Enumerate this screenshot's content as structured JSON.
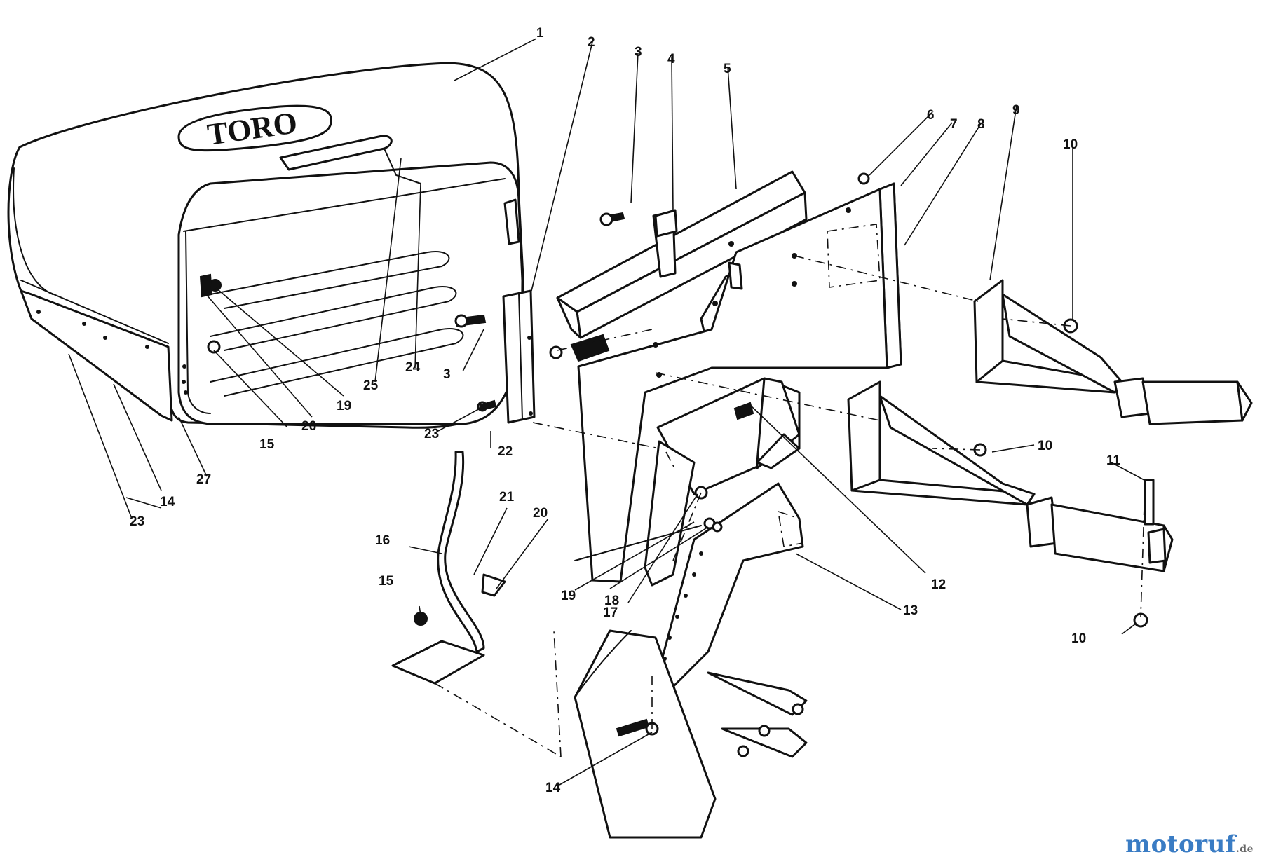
{
  "diagram": {
    "logo_text": "TORO",
    "watermark": {
      "brand": "motoruf",
      "tld": ".de"
    },
    "callouts": [
      {
        "id": "c1",
        "label": "1"
      },
      {
        "id": "c2",
        "label": "2"
      },
      {
        "id": "c3a",
        "label": "3"
      },
      {
        "id": "c3b",
        "label": "3"
      },
      {
        "id": "c4",
        "label": "4"
      },
      {
        "id": "c5",
        "label": "5"
      },
      {
        "id": "c6",
        "label": "6"
      },
      {
        "id": "c7",
        "label": "7"
      },
      {
        "id": "c8",
        "label": "8"
      },
      {
        "id": "c9",
        "label": "9"
      },
      {
        "id": "c10a",
        "label": "10"
      },
      {
        "id": "c10b",
        "label": "10"
      },
      {
        "id": "c10c",
        "label": "10"
      },
      {
        "id": "c11",
        "label": "11"
      },
      {
        "id": "c12",
        "label": "12"
      },
      {
        "id": "c13",
        "label": "13"
      },
      {
        "id": "c14a",
        "label": "14"
      },
      {
        "id": "c14b",
        "label": "14"
      },
      {
        "id": "c15a",
        "label": "15"
      },
      {
        "id": "c15b",
        "label": "15"
      },
      {
        "id": "c16",
        "label": "16"
      },
      {
        "id": "c17",
        "label": "17"
      },
      {
        "id": "c18",
        "label": "18"
      },
      {
        "id": "c19a",
        "label": "19"
      },
      {
        "id": "c19b",
        "label": "19"
      },
      {
        "id": "c20",
        "label": "20"
      },
      {
        "id": "c21",
        "label": "21"
      },
      {
        "id": "c22",
        "label": "22"
      },
      {
        "id": "c23a",
        "label": "23"
      },
      {
        "id": "c23b",
        "label": "23"
      },
      {
        "id": "c24",
        "label": "24"
      },
      {
        "id": "c25",
        "label": "25"
      },
      {
        "id": "c26",
        "label": "26"
      },
      {
        "id": "c27",
        "label": "27"
      }
    ]
  }
}
